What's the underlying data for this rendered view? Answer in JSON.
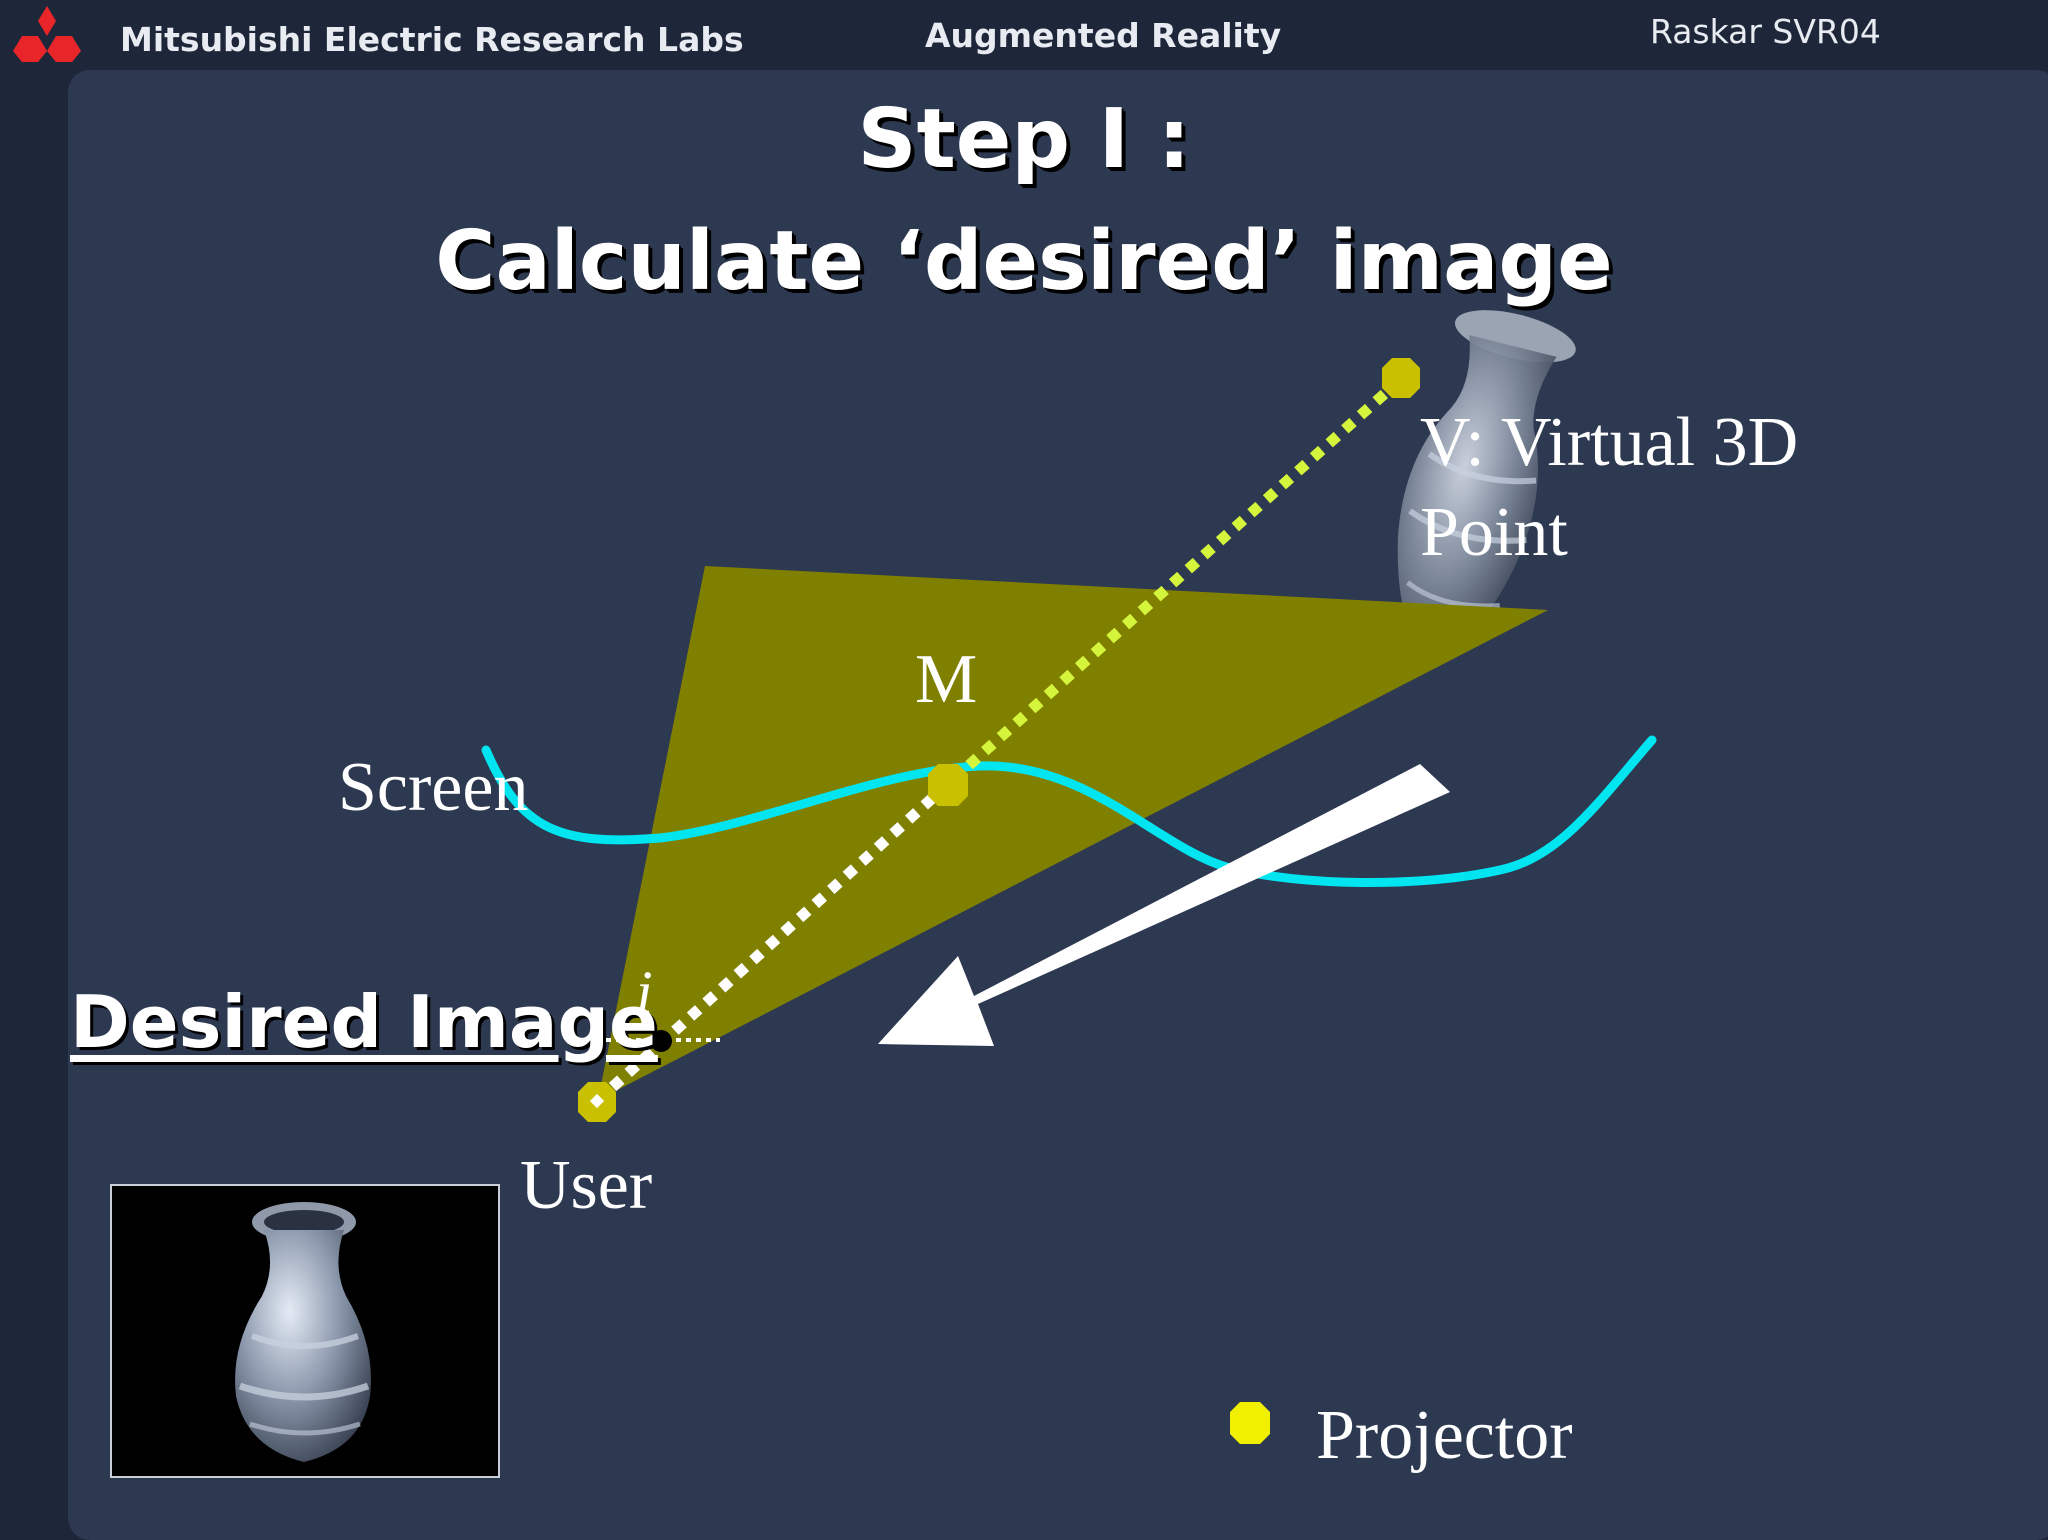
{
  "header": {
    "org": "Mitsubishi Electric Research Labs",
    "topic": "Augmented Reality",
    "code": "Raskar SVR04"
  },
  "title": {
    "line1": "Step I :",
    "line2": "Calculate ‘desired’ image"
  },
  "labels": {
    "virtual_point": "V: Virtual 3D Point",
    "m": "M",
    "screen": "Screen",
    "i": "i",
    "desired_image": "Desired Image",
    "user": "User",
    "projector": "Projector"
  },
  "colors": {
    "background": "#2d3851",
    "frustum": "#808000",
    "screen_curve": "#00e5f0",
    "ray_upper": "#d4f53b",
    "ray_lower": "#ffffff",
    "marker": "#c8c000",
    "arrow": "#ffffff",
    "logo": "#e8262a"
  },
  "icons": {
    "logo": "three-diamond-logo-icon",
    "projector_marker": "yellow-dot-icon",
    "vase": "vase-icon"
  }
}
